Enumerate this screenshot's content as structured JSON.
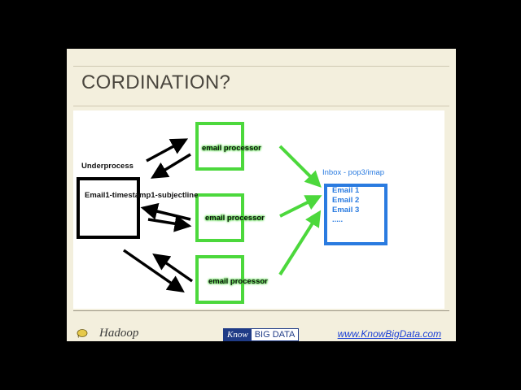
{
  "slide": {
    "title": "CORDINATION?",
    "colors": {
      "background": "#f3efdd",
      "processor_border": "#4cd83c",
      "inbox_border": "#2a7be0"
    }
  },
  "diagram": {
    "underprocess_label": "Underprocess",
    "underprocess_item": "Email1-timestamp1-subjectline",
    "processors": [
      {
        "label": "email processor"
      },
      {
        "label": "email processor"
      },
      {
        "label": "email processor"
      }
    ],
    "inbox": {
      "title": "Inbox - pop3/imap",
      "items": [
        "Email 1",
        "Email 2",
        "Email 3",
        "....."
      ]
    }
  },
  "footer": {
    "icon": "hadoop-elephant-icon",
    "left_text": "Hadoop",
    "logo_know": "Know",
    "logo_bigdata": "BIG DATA",
    "url": "www.KnowBigData.com"
  }
}
